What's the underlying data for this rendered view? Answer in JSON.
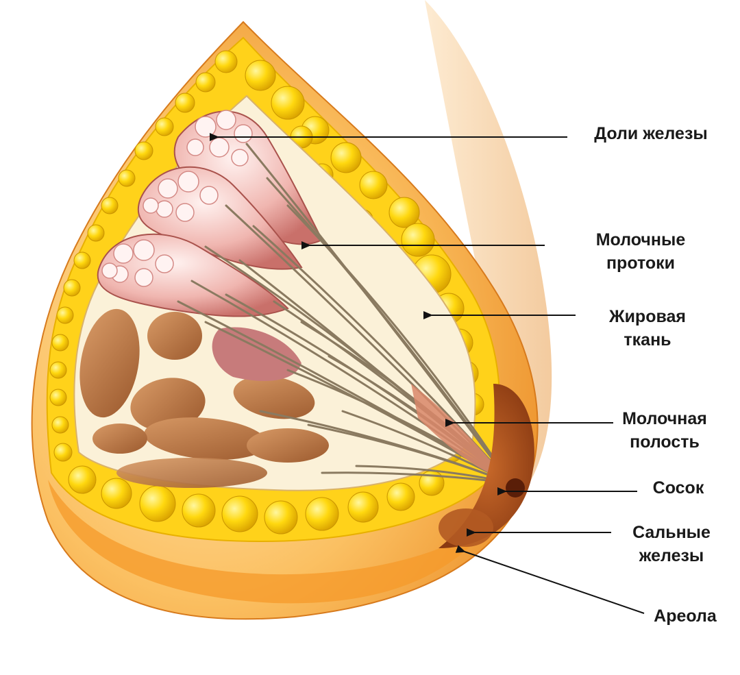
{
  "diagram": {
    "labels": {
      "lobes": [
        "Доли железы"
      ],
      "ducts": [
        "Молочные",
        "протоки"
      ],
      "fat": [
        "Жировая",
        "ткань"
      ],
      "cavity": [
        "Молочная",
        "полость"
      ],
      "nipple": [
        "Сосок"
      ],
      "sebaceous": [
        "Сальные",
        "железы"
      ],
      "areola": [
        "Ареола"
      ]
    },
    "colors": {
      "skin": "#f6a832",
      "fat": "#ffd21a",
      "gland": "#e8a0a0",
      "muscle": "#b8733f",
      "text": "#1a1a1a"
    }
  }
}
